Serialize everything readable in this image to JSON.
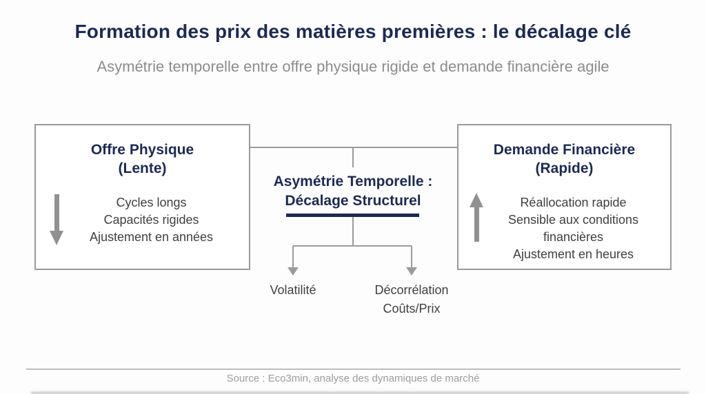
{
  "slide": {
    "title": "Formation des prix des matières premières : le décalage clé",
    "subtitle": "Asymétrie temporelle entre offre physique rigide et demande financière agile",
    "source": "Source : Eco3min, analyse des dynamiques de marché"
  },
  "left_box": {
    "title_line1": "Offre Physique",
    "title_line2": "(Lente)",
    "icon": "down-arrow",
    "items": [
      "Cycles longs",
      "Capacités rigides",
      "Ajustement en années"
    ]
  },
  "right_box": {
    "title_line1": "Demande Financière",
    "title_line2": "(Rapide)",
    "icon": "up-arrow",
    "items": [
      "Réallocation rapide",
      "Sensible aux conditions",
      "financières",
      "Ajustement en heures"
    ]
  },
  "center": {
    "heading_line1": "Asymétrie Temporelle :",
    "heading_line2": "Décalage Structurel",
    "outcome1": "Volatilité",
    "outcome2_line1": "Décorrélation",
    "outcome2_line2": "Coûts/Prix"
  },
  "colors": {
    "navy": "#1b2a55",
    "subtitle_gray": "#8c8c8c",
    "body_text": "#3f3f3f",
    "line_gray": "#9b9b9b",
    "arrow_gray": "#919191",
    "box_border": "#9a9a9a",
    "footer_gray": "#9c9c9c"
  }
}
